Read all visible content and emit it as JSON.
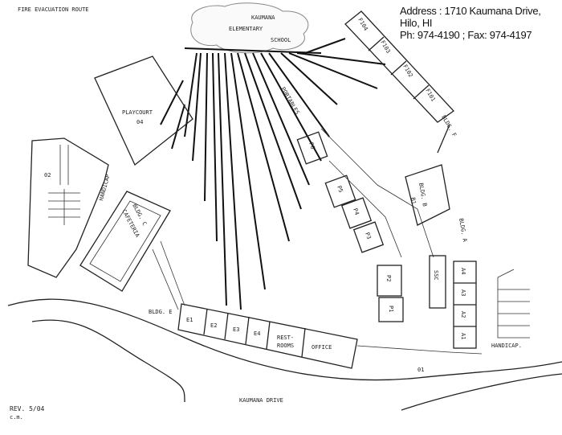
{
  "title": "FIRE EVACUATION ROUTE",
  "school": {
    "line1": "KAUMANA",
    "line2": "ELEMENTARY",
    "line3": "SCHOOL"
  },
  "contact": {
    "address": "Address : 1710 Kaumana Drive, Hilo, HI",
    "phone": "Ph: 974-4190 ; Fax: 974-4197"
  },
  "buildings": {
    "f_rooms": [
      "F104",
      "F103",
      "F102",
      "F101"
    ],
    "bldg_f": "BLDG. F",
    "portables": "PORTABLES",
    "playcourt": "PLAYCOURT",
    "playcourt_num": "04",
    "parking_02": "02",
    "handicap_left": "HANDICAP",
    "bldg_c": "BLDG. C",
    "cafeteria": "CAFETERIA",
    "p_rooms": [
      "P6",
      "P5",
      "P4",
      "P3",
      "P2",
      "P1"
    ],
    "bldg_b": "BLDG. B",
    "b1": "B1",
    "bldg_a": "BLDG. A",
    "ssc": "SSC",
    "a_rooms": [
      "A4",
      "A3",
      "A2",
      "A1"
    ],
    "handicap_right": "HANDICAP.",
    "bldg_e": "BLDG. E",
    "e_rooms": [
      "E1",
      "E2",
      "E3",
      "E4"
    ],
    "restrooms_1": "REST-",
    "restrooms_2": "ROOMS",
    "office": "OFFICE",
    "parking_01": "01"
  },
  "road": "KAUMANA DRIVE",
  "footer": {
    "rev": "REV. 5/04",
    "initials": "c.m."
  }
}
